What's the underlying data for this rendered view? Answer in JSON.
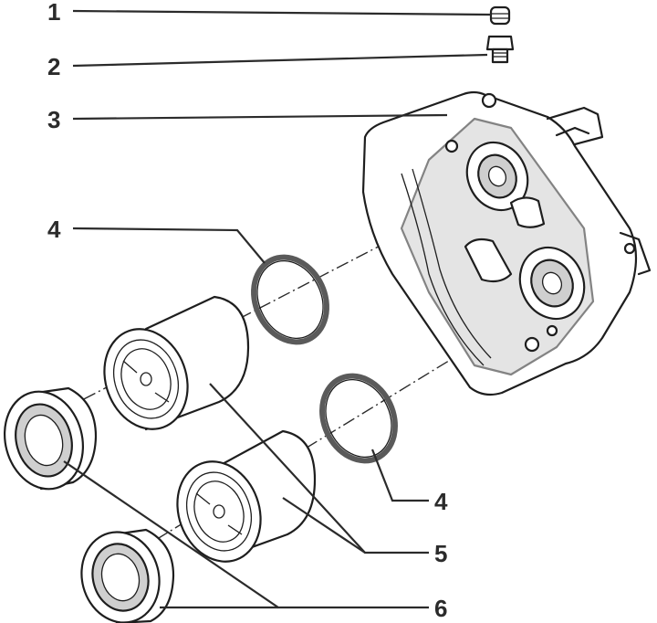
{
  "callouts": [
    {
      "number": "1"
    },
    {
      "number": "2"
    },
    {
      "number": "3"
    },
    {
      "number": "4"
    },
    {
      "number": "4"
    },
    {
      "number": "5"
    },
    {
      "number": "6"
    }
  ],
  "colors": {
    "ink": "#1e1e1e",
    "shade": "#cfcfcf",
    "paper": "#ffffff"
  }
}
